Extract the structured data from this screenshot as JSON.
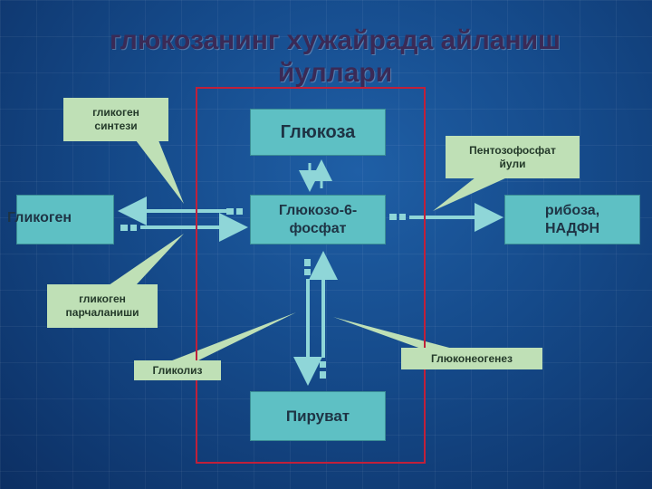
{
  "title": {
    "line1": "глюкозанинг хужайрада айланиш",
    "line2": "йуллари"
  },
  "nodes": {
    "glucose": "Глюкоза",
    "g6p_line1": "Глюкозо-6-",
    "g6p_line2": "фосфат",
    "glycogen": "Гликоген",
    "ribose_line1": "рибоза,",
    "ribose_line2": "НАДФН",
    "pyruvate": "Пируват"
  },
  "callouts": {
    "glycogen_synthesis_line1": "гликоген",
    "glycogen_synthesis_line2": "синтези",
    "pentose_phosphate_line1": "Пентозофосфат",
    "pentose_phosphate_line2": "йули",
    "glycogenolysis_line1": "гликоген",
    "glycogenolysis_line2": "парчаланиши",
    "glycolysis": "Гликолиз",
    "gluconeogenesis": "Глюконеогенез"
  },
  "colors": {
    "node_fill": "#5ec0c4",
    "callout_fill": "#bfe0b6",
    "arrow": "#8fd6d8",
    "frame": "#c0203a",
    "title": "#3a2a56"
  }
}
